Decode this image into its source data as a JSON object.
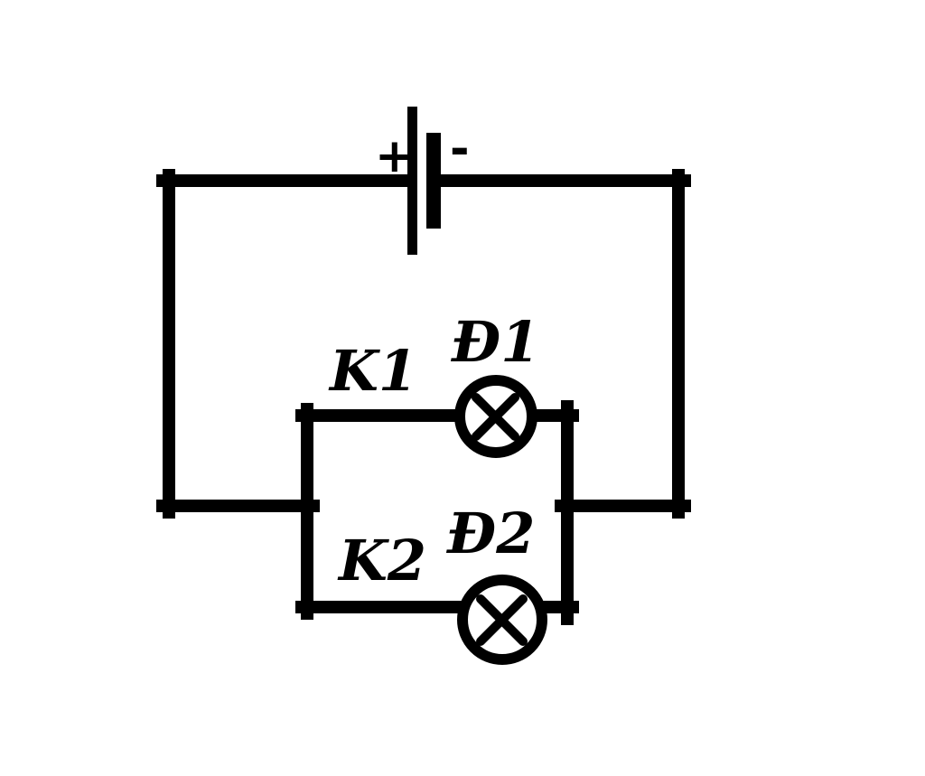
{
  "diagram": {
    "type": "electric-circuit",
    "background_color": "#ffffff",
    "line_color": "#000000",
    "battery": {
      "positive_label": "+",
      "negative_label": "-"
    },
    "branches": [
      {
        "switch_label": "K1",
        "lamp_label": "Đ1",
        "lamp_symbol": "circle-with-x"
      },
      {
        "switch_label": "K2",
        "lamp_label": "Đ2",
        "lamp_symbol": "circle-with-x"
      }
    ]
  }
}
